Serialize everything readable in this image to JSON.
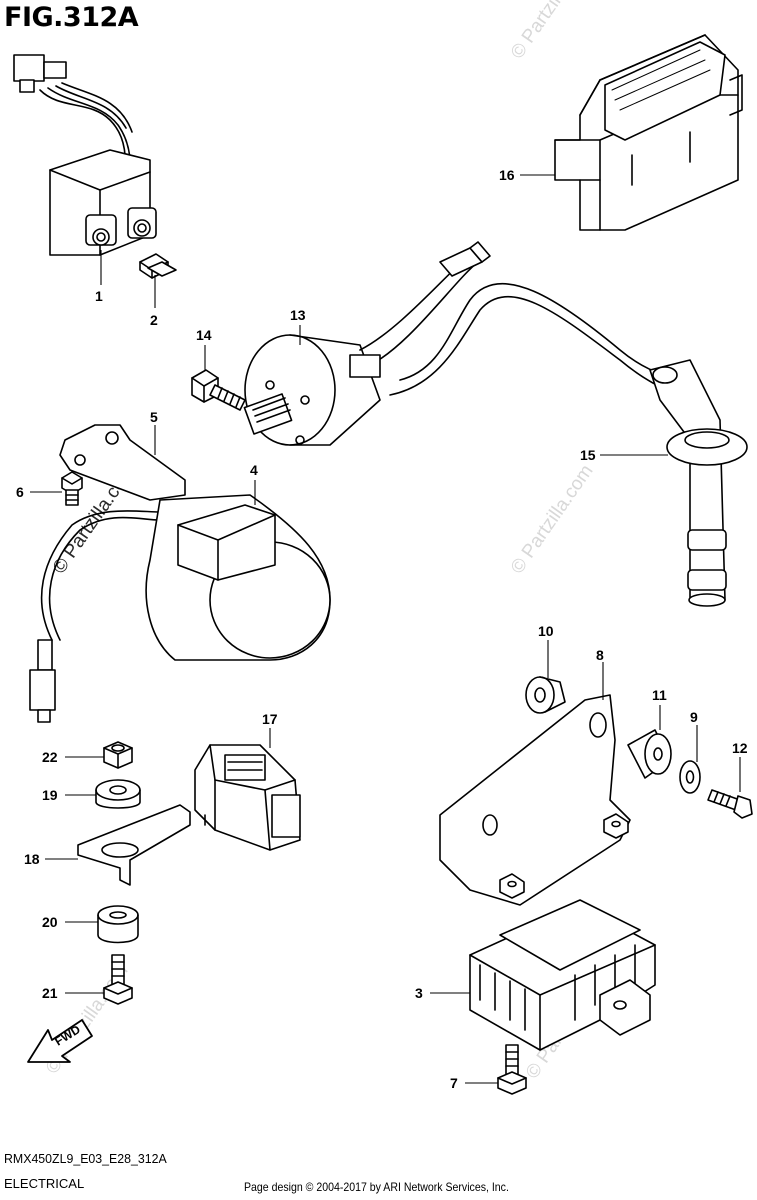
{
  "header": {
    "title": "FIG.312A"
  },
  "footer": {
    "model_code": "RMX450ZL9_E03_E28_312A",
    "section": "ELECTRICAL",
    "copyright": "Page design © 2004-2017 by ARI Network Services, Inc."
  },
  "callouts": [
    "1",
    "2",
    "3",
    "4",
    "5",
    "6",
    "7",
    "8",
    "9",
    "10",
    "11",
    "12",
    "13",
    "14",
    "15",
    "16",
    "17",
    "18",
    "19",
    "20",
    "21",
    "22"
  ],
  "arrow_label": "FWD",
  "watermark": "© Partzilla.com",
  "colors": {
    "line": "#000000",
    "background": "#ffffff",
    "watermark": "#d8d8d8"
  }
}
